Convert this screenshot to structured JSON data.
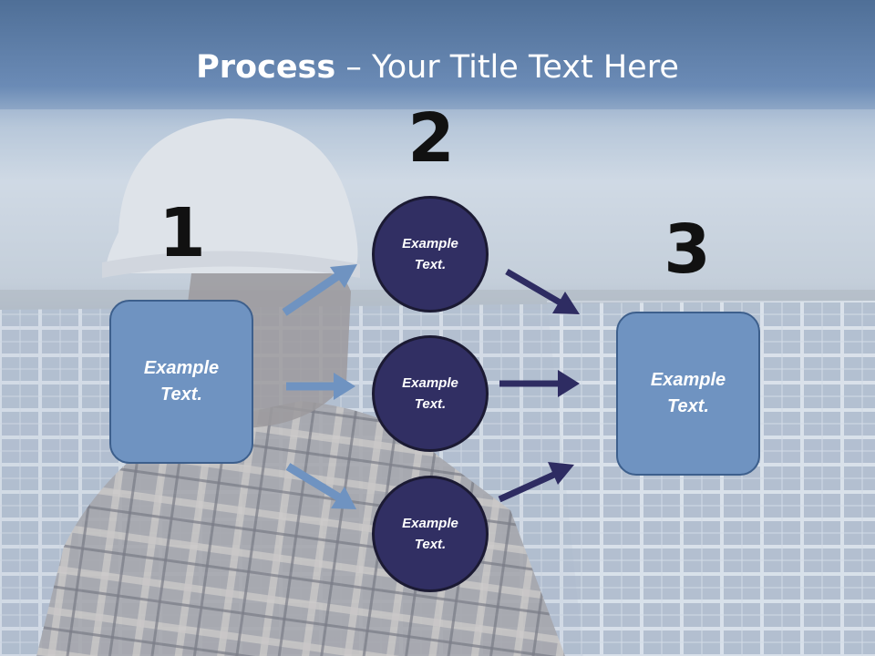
{
  "slide": {
    "title_bold": "Process",
    "title_rest": " – Your Title Text Here"
  },
  "steps": {
    "step1": {
      "number": "1",
      "text": "Example Text."
    },
    "step2": {
      "number": "2",
      "circles": [
        {
          "text": "Example Text."
        },
        {
          "text": "Example Text."
        },
        {
          "text": "Example Text."
        }
      ]
    },
    "step3": {
      "number": "3",
      "text": "Example Text."
    }
  },
  "colors": {
    "box_fill": "#6f93c1",
    "circle_fill": "#312f63",
    "arrow_light": "#6f93c1",
    "arrow_dark": "#2e2c62"
  }
}
